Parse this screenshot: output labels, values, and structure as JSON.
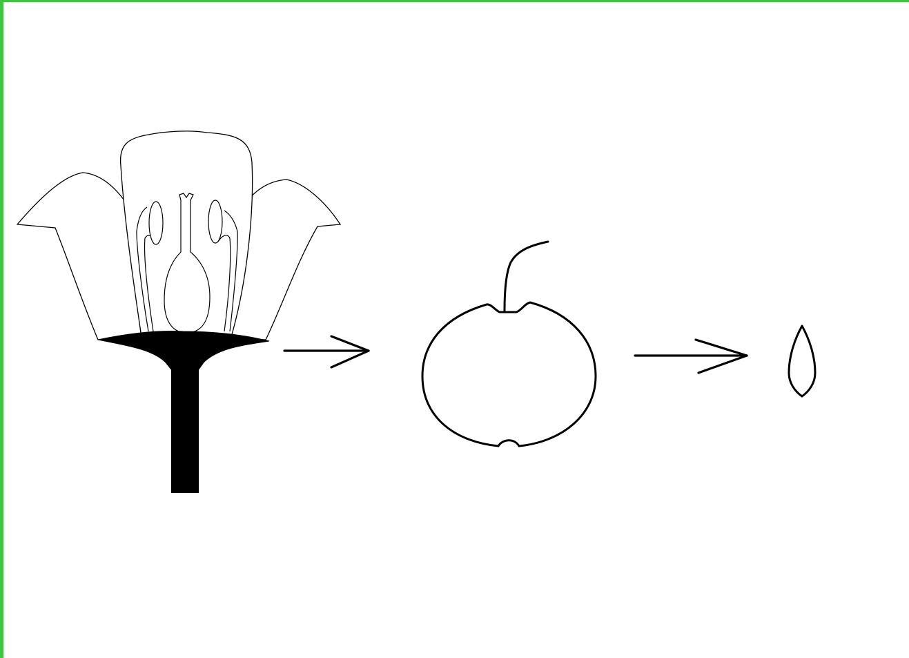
{
  "diagram": {
    "stages": [
      "flower",
      "fruit",
      "seed"
    ],
    "arrows": [
      "flower-to-fruit",
      "fruit-to-seed"
    ],
    "colors": {
      "border": "#3ec63e",
      "ink": "#000000",
      "background": "#ffffff"
    }
  }
}
